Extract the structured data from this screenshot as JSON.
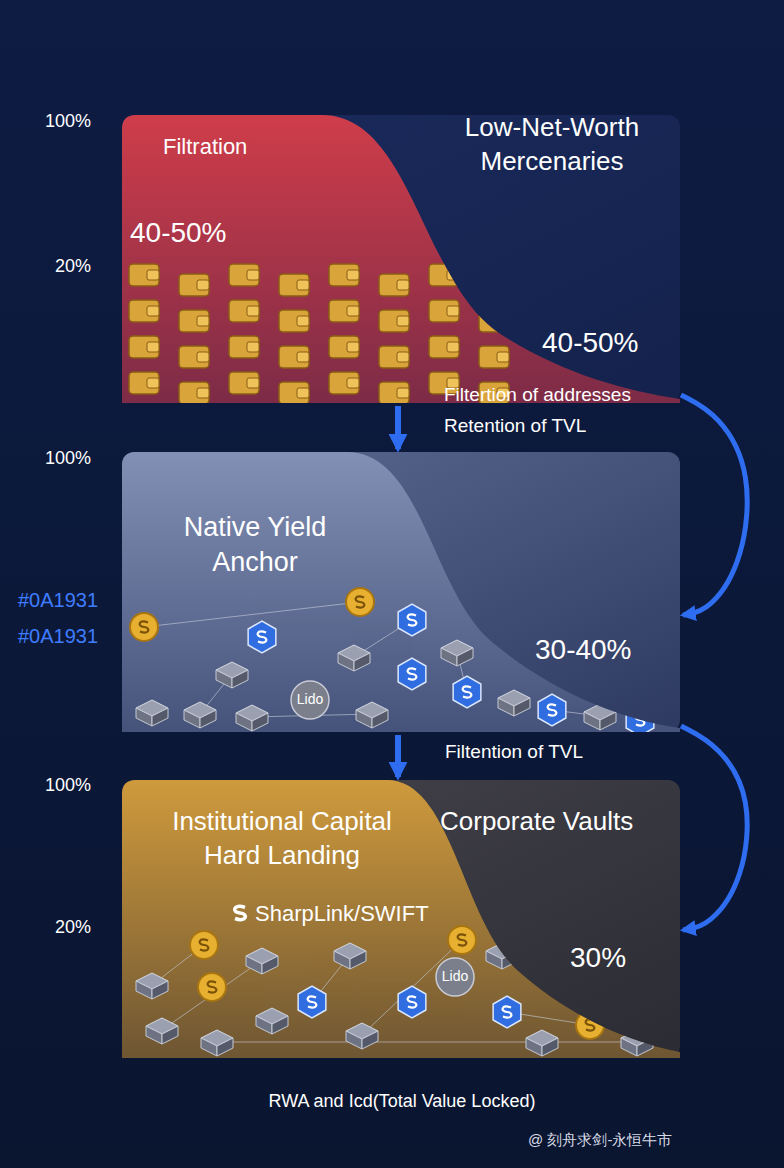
{
  "diagram": {
    "nodes": [
      {
        "text": [
          "Filtration",
          "Low-Net-Worth Mercenaries",
          "40-50%",
          "40-50%"
        ]
      },
      {
        "text": [
          "Native Yield Anchor",
          "30-40%"
        ]
      },
      {
        "text": [
          "Institutional Capital Hard Landing",
          "Corporate Vaults",
          "SharpLink/SWIFT",
          "30%"
        ]
      }
    ],
    "edges": [
      {
        "from": 0,
        "to": 1,
        "arrow": "to"
      },
      {
        "from": 0,
        "to": 1,
        "arrow": "to"
      },
      {
        "from": 1,
        "to": 2,
        "arrow": "to"
      },
      {
        "from": 1,
        "to": 2,
        "arrow": "to"
      }
    ],
    "labels": [
      "100%",
      "20%",
      "Filtertion of addresses",
      "Retention of TVL",
      "100%",
      "#0A1931",
      "#0A1931",
      "Lido",
      "Filtention of TVL",
      "100%",
      "20%",
      "Lido",
      "RWA and Icd(Total Value Locked)",
      "@ 刻舟求剑-永恒牛市"
    ]
  }
}
